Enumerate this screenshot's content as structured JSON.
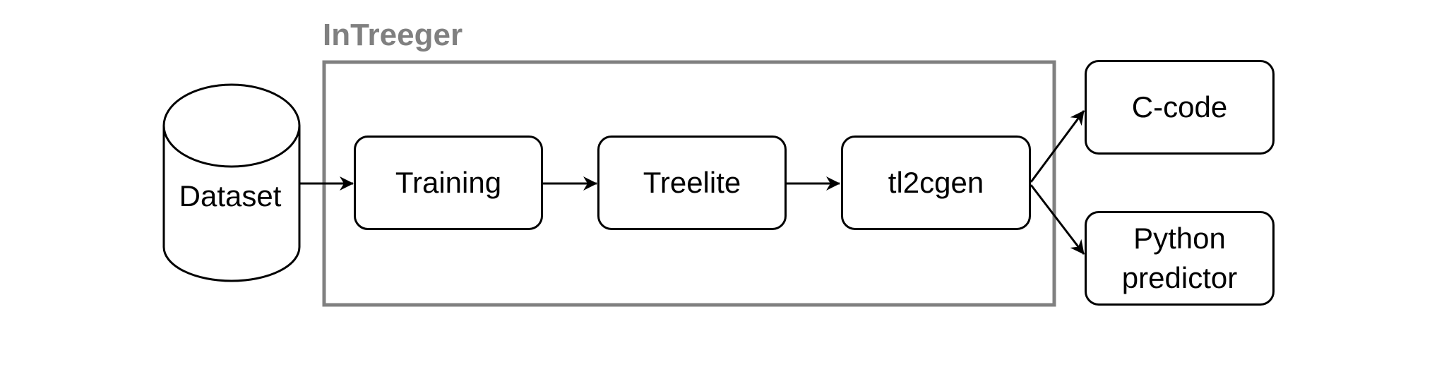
{
  "diagram": {
    "container": {
      "label": "InTreeger",
      "border_color": "#808080"
    },
    "dataset": {
      "label": "Dataset"
    },
    "steps": [
      {
        "label": "Training"
      },
      {
        "label": "Treelite"
      },
      {
        "label": "tl2cgen"
      }
    ],
    "outputs": [
      {
        "label": "C-code"
      },
      {
        "label": "Python\npredictor"
      }
    ]
  }
}
